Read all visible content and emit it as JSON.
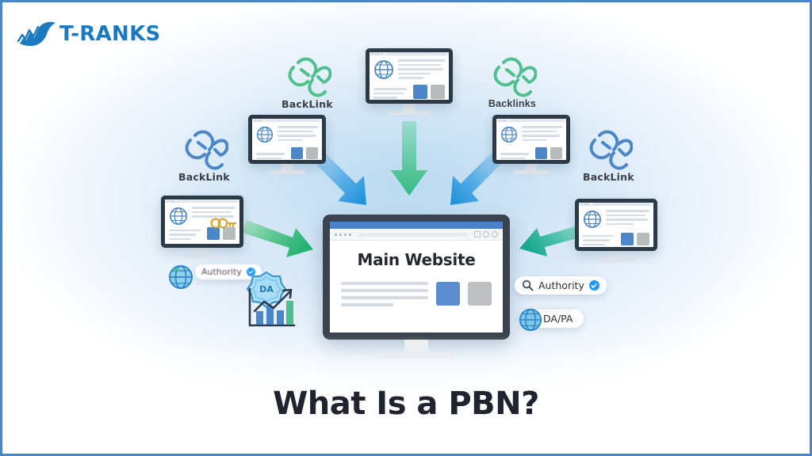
{
  "brand": {
    "logo_text": "T-RANKS",
    "logo_icon": "rising-arrow-icon",
    "logo_color": "#1b79bf"
  },
  "title": {
    "text": "What Is a PBN?",
    "color": "#20242e"
  },
  "center_site": {
    "label": "Main Website",
    "browser_icon": "browser-window-icon",
    "accent_blue": "#5b8dd0",
    "accent_gray": "#bdc0c2"
  },
  "backlink_nodes": [
    {
      "id": "top-left",
      "label": "BackLink",
      "icon": "chain-link-icon",
      "color": "#4fc08d"
    },
    {
      "id": "top-right",
      "label": "Backlinks",
      "icon": "chain-link-icon",
      "color": "#4fc08d"
    },
    {
      "id": "mid-left",
      "label": "BackLink",
      "icon": "chain-link-icon",
      "color": "#4a86c8"
    },
    {
      "id": "mid-right",
      "label": "BackLink",
      "icon": "chain-link-icon",
      "color": "#4a86c8"
    }
  ],
  "badges": [
    {
      "id": "authority-left",
      "label": "Authority",
      "icon": "globe-icon",
      "check": true
    },
    {
      "id": "authority-right",
      "label": "Authority",
      "icon": "search-icon",
      "check": true
    },
    {
      "id": "dapa",
      "label": "DA/PA",
      "icon": "globe-icon",
      "check": false
    },
    {
      "id": "da-shield",
      "label": "DA",
      "icon": "shield-badge-icon",
      "check": false
    }
  ],
  "decor": {
    "growth_chart": "bar-chart-growth-icon",
    "key": "key-icon"
  },
  "arrows": [
    {
      "id": "arrow-top-center",
      "direction": "down",
      "color": "#4fc08d"
    },
    {
      "id": "arrow-top-left",
      "direction": "down-right",
      "color": "#2f97e0"
    },
    {
      "id": "arrow-top-right",
      "direction": "down-left",
      "color": "#2f97e0"
    },
    {
      "id": "arrow-left",
      "direction": "right",
      "color": "#3fb98a"
    },
    {
      "id": "arrow-right",
      "direction": "left",
      "color": "#3fb8a0"
    }
  ],
  "frame": {
    "border_color": "#4a86c8"
  }
}
